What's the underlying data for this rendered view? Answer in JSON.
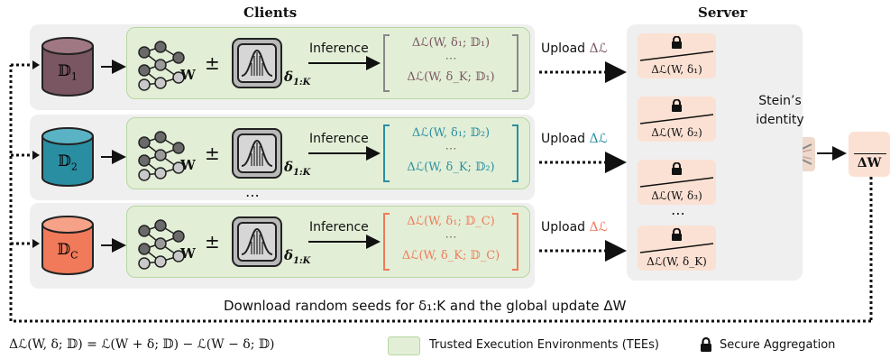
{
  "headers": {
    "clients": "Clients",
    "server": "Server"
  },
  "clients": [
    {
      "db_symbol": "𝔻",
      "db_sub": "1",
      "db_color": "#7a5562",
      "text_color": "#7a5562",
      "upload_label": "Upload",
      "upload_symbol": "Δℒ",
      "mat_top": "Δℒ(W, δ₁; 𝔻₁)",
      "mat_dots": "⋯",
      "mat_bottom": "Δℒ(W, δ_K; 𝔻₁)"
    },
    {
      "db_symbol": "𝔻",
      "db_sub": "2",
      "db_color": "#2a8ea2",
      "text_color": "#2a8ea2",
      "upload_label": "Upload",
      "upload_symbol": "Δℒ",
      "mat_top": "Δℒ(W, δ₁; 𝔻₂)",
      "mat_dots": "⋯",
      "mat_bottom": "Δℒ(W, δ_K; 𝔻₂)"
    },
    {
      "db_symbol": "𝔻",
      "db_sub": "C",
      "db_color": "#f07a5a",
      "text_color": "#f07a5a",
      "upload_label": "Upload",
      "upload_symbol": "Δℒ",
      "mat_top": "Δℒ(W, δ₁; 𝔻_C)",
      "mat_dots": "⋯",
      "mat_bottom": "Δℒ(W, δ_K; 𝔻_C)"
    }
  ],
  "client_common": {
    "w_label": "W",
    "pm": "±",
    "delta_label": "δ",
    "delta_sub": "1:K",
    "inference": "Inference"
  },
  "between_dots": "⋯",
  "server": {
    "boxes": [
      "Δℒ(W, δ₁)",
      "Δℒ(W, δ₂)",
      "Δℒ(W, δ₃)",
      "Δℒ(W, δ_K)"
    ],
    "dots": "⋯",
    "stein_line1": "Stein’s",
    "stein_line2": "identity",
    "output": "ΔW"
  },
  "download_text": "Download random seeds for δ₁:K and the global update ΔW",
  "formula": "Δℒ(W, δ; 𝔻) = ℒ(W + δ; 𝔻) − ℒ(W − δ; 𝔻)",
  "legend": {
    "tee": "Trusted Execution Environments (TEEs)",
    "secure": "Secure Aggregation"
  },
  "colors": {
    "tee_fill": "#e2efd6",
    "server_box": "#fbe1d3",
    "panel": "#efefef"
  }
}
